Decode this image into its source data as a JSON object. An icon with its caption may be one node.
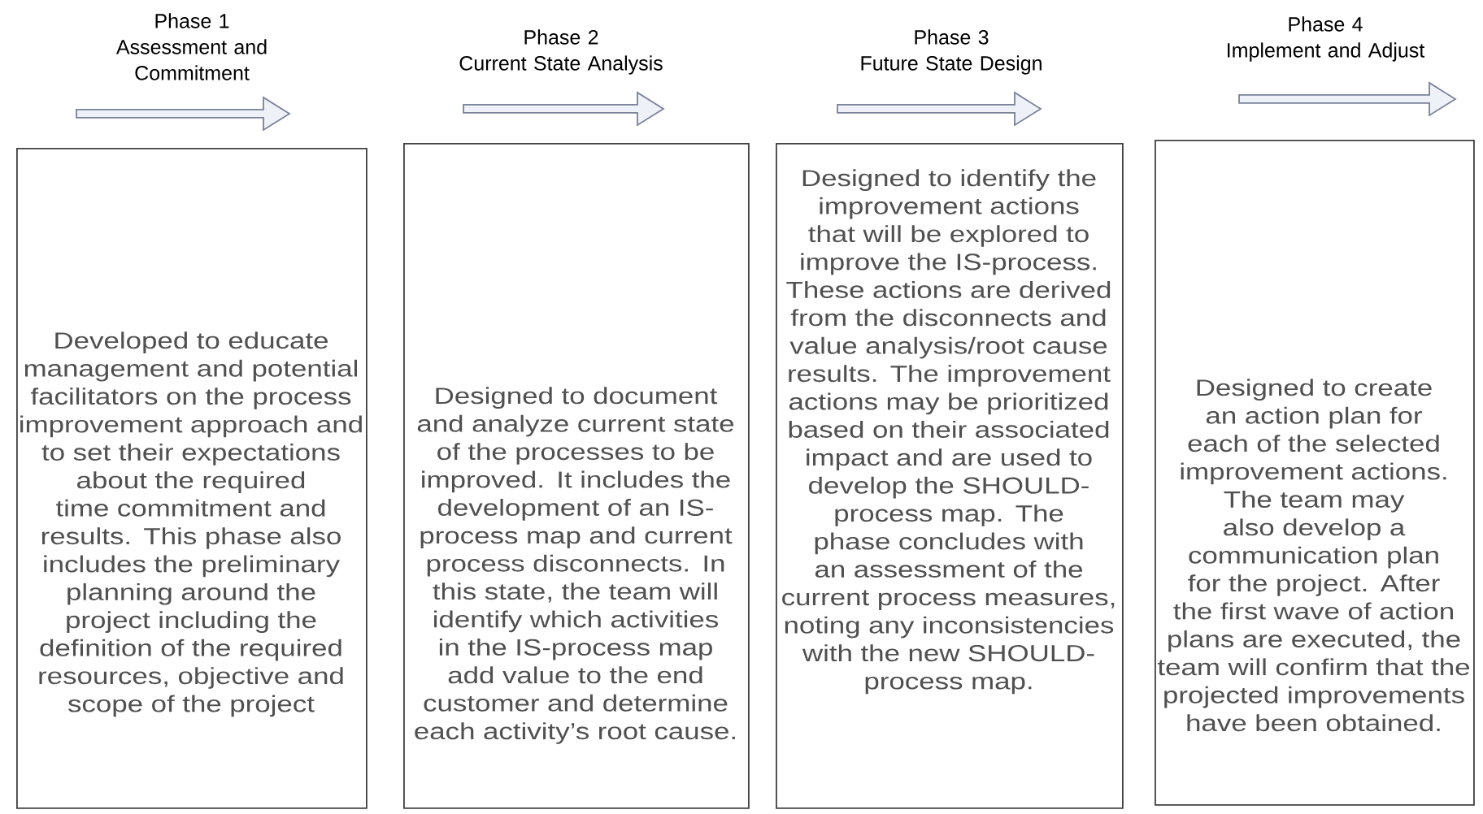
{
  "diagram": {
    "nodes": [
      {
        "text": [
          "Phase 1",
          "Assessment and Commitment"
        ]
      },
      {
        "text": [
          "Phase 2",
          "Current State Analysis"
        ]
      },
      {
        "text": [
          "Phase 3",
          "Future State Design"
        ]
      },
      {
        "text": [
          "Phase 4",
          "Implement and Adjust"
        ]
      },
      {
        "text": [
          "Developed to educate management and potential facilitators on the process improvement approach and to set their expectations about the required time commitment and results.  This phase also includes the preliminary planning around the project including the definition of the required resources, objective and scope of the project"
        ]
      },
      {
        "text": [
          "Designed to document and analyze current state of the processes to be improved.  It includes the development of an IS-process map and current process disconnects.  In this state, the team will identify which activities in the IS-process map add value to the end customer and determine each activity’s root cause."
        ]
      },
      {
        "text": [
          "Designed to identify the improvement actions that will be explored to improve the IS-process.  These actions are derived from the disconnects and value analysis/root cause results.  The improvement actions may be prioritized based on their associated impact and are used to develop the SHOULD-process map.  The phase concludes with an assessment of the current process measures, noting any inconsistencies with the new SHOULD-process map."
        ]
      },
      {
        "text": [
          "Designed to create an action plan for each of the selected improvement actions.  The team may also develop a communication plan for the project.  After the first wave of action plans are executed, the team will confirm that the projected improvements have been obtained."
        ]
      }
    ]
  }
}
